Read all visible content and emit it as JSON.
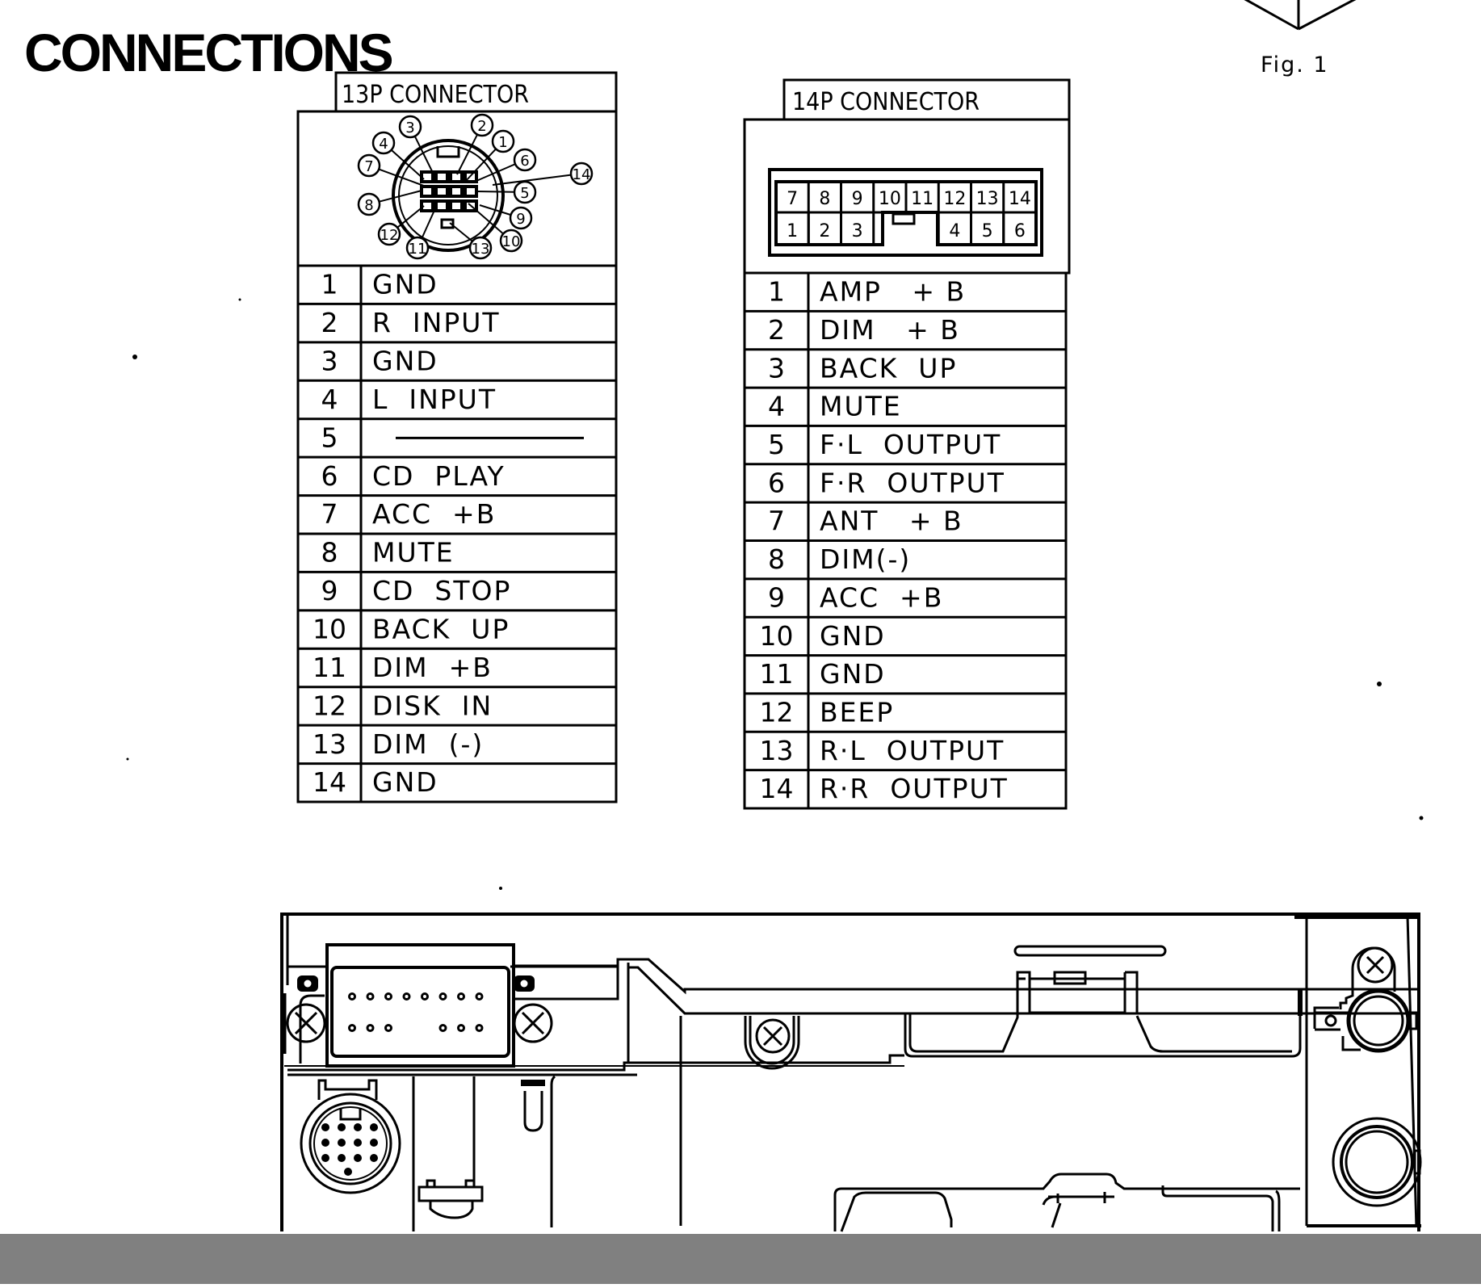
{
  "page": {
    "title": "CONNECTIONS",
    "figure_label": "Fig. 1"
  },
  "connector_13p": {
    "header": "13P CONNECTOR",
    "callouts": [
      "1",
      "2",
      "3",
      "4",
      "5",
      "6",
      "7",
      "8",
      "9",
      "10",
      "11",
      "12",
      "13",
      "14"
    ],
    "rows": [
      {
        "pin": "1",
        "signal": "GND"
      },
      {
        "pin": "2",
        "signal": "R  INPUT"
      },
      {
        "pin": "3",
        "signal": "GND"
      },
      {
        "pin": "4",
        "signal": "L  INPUT"
      },
      {
        "pin": "5",
        "signal": ""
      },
      {
        "pin": "6",
        "signal": "CD  PLAY"
      },
      {
        "pin": "7",
        "signal": "ACC  +B"
      },
      {
        "pin": "8",
        "signal": "MUTE"
      },
      {
        "pin": "9",
        "signal": "CD  STOP"
      },
      {
        "pin": "10",
        "signal": "BACK  UP"
      },
      {
        "pin": "11",
        "signal": "DIM  +B"
      },
      {
        "pin": "12",
        "signal": "DISK  IN"
      },
      {
        "pin": "13",
        "signal": "DIM  (-)"
      },
      {
        "pin": "14",
        "signal": "GND"
      }
    ]
  },
  "connector_14p": {
    "header": "14P  CONNECTOR",
    "grid_top": [
      "7",
      "8",
      "9",
      "10",
      "11",
      "12",
      "13",
      "14"
    ],
    "grid_bottom": [
      "1",
      "2",
      "3",
      "",
      "",
      "4",
      "5",
      "6"
    ],
    "rows": [
      {
        "pin": "1",
        "signal": "AMP   + B"
      },
      {
        "pin": "2",
        "signal": "DIM   + B"
      },
      {
        "pin": "3",
        "signal": "BACK  UP"
      },
      {
        "pin": "4",
        "signal": "MUTE"
      },
      {
        "pin": "5",
        "signal": "F·L  OUTPUT"
      },
      {
        "pin": "6",
        "signal": "F·R  OUTPUT"
      },
      {
        "pin": "7",
        "signal": "ANT   + B"
      },
      {
        "pin": "8",
        "signal": "DIM(-)"
      },
      {
        "pin": "9",
        "signal": "ACC  +B"
      },
      {
        "pin": "10",
        "signal": "GND"
      },
      {
        "pin": "11",
        "signal": "GND"
      },
      {
        "pin": "12",
        "signal": "BEEP"
      },
      {
        "pin": "13",
        "signal": "R·L  OUTPUT"
      },
      {
        "pin": "14",
        "signal": "R·R  OUTPUT"
      }
    ]
  },
  "device": {
    "screw_icons": [
      "screw-left",
      "screw-right",
      "screw-mid",
      "screw-top-right"
    ]
  },
  "colors": {
    "ink": "#000000",
    "paper": "#ffffff",
    "bottom_band": "#808080"
  }
}
